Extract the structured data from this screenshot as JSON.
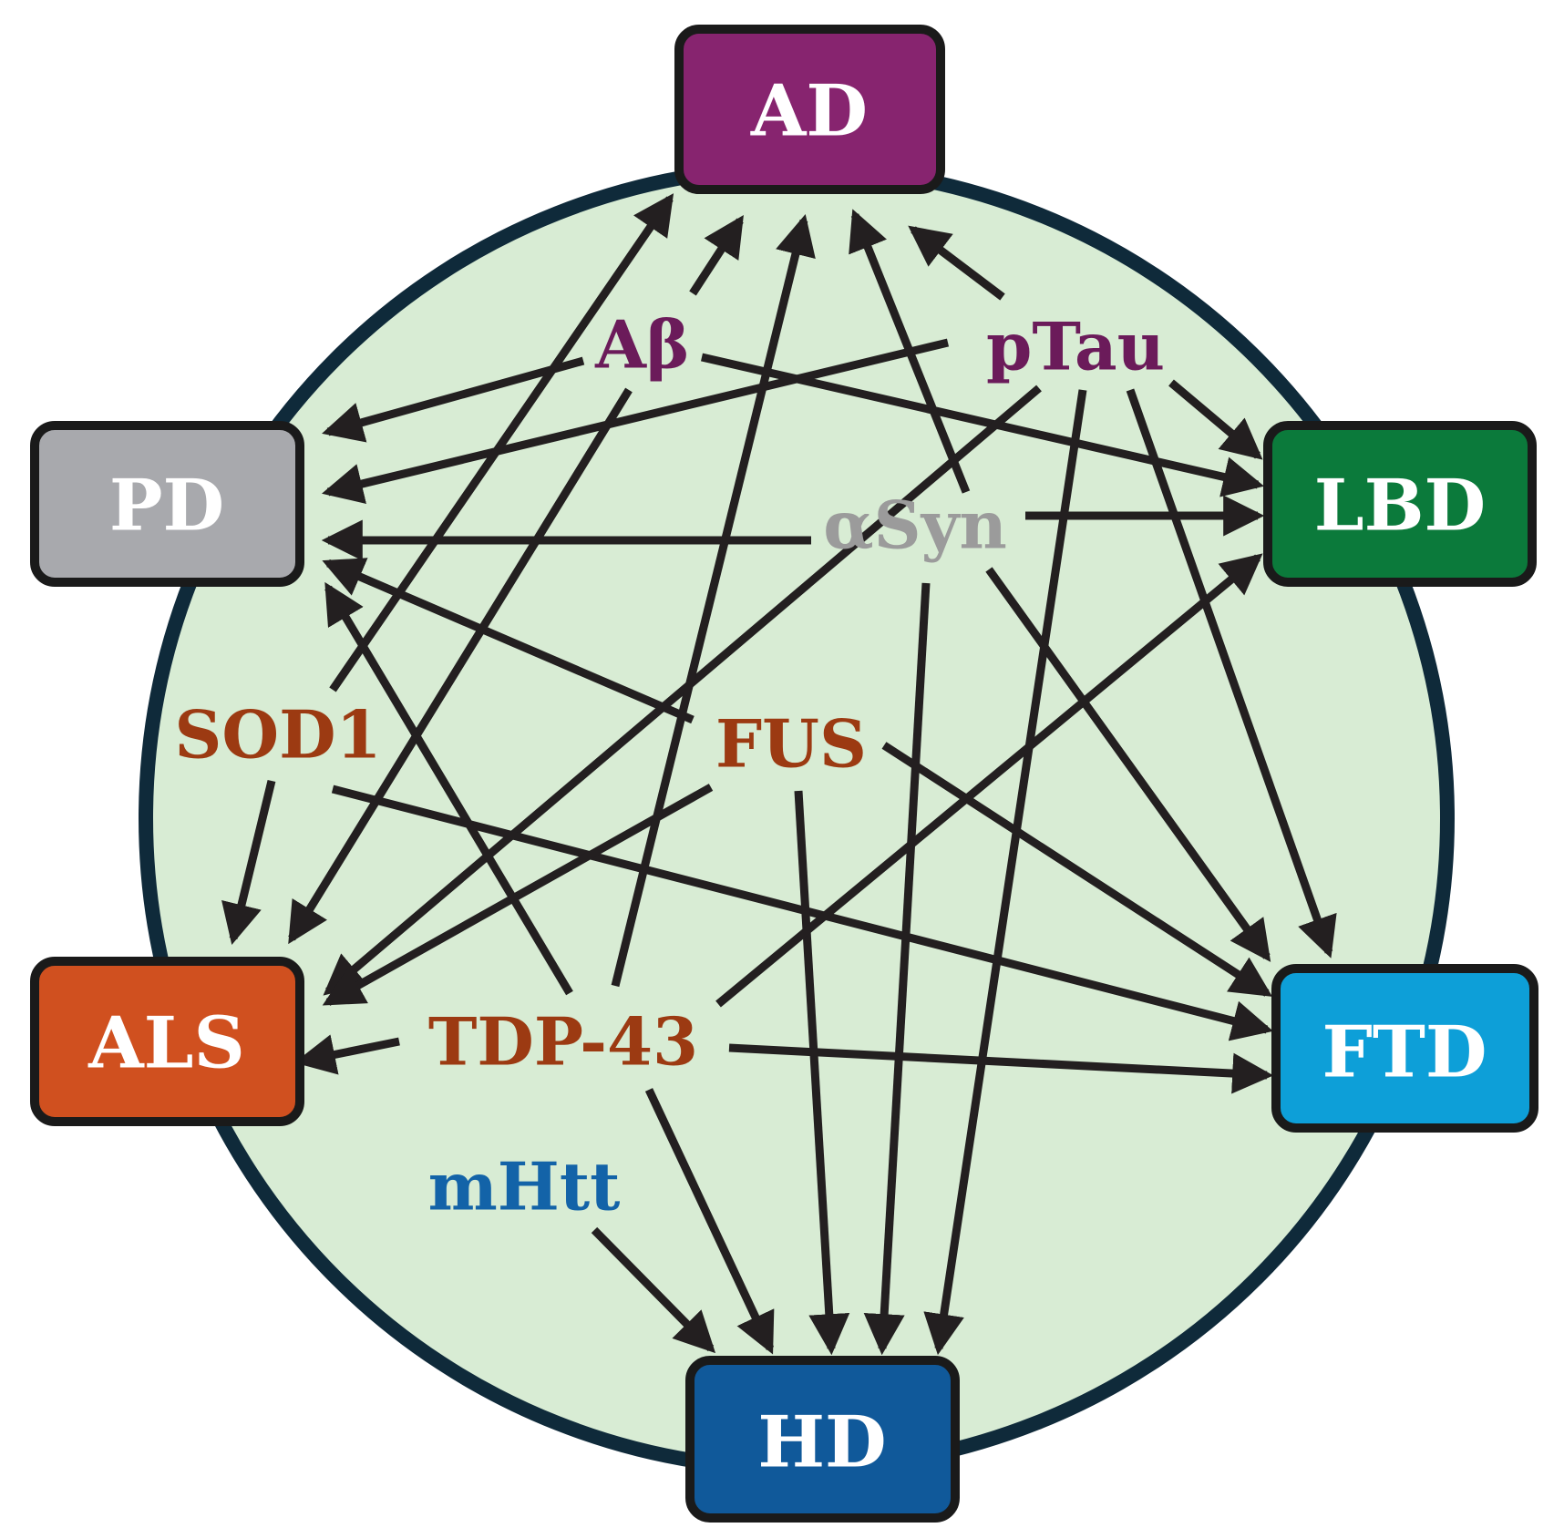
{
  "colors": {
    "circle_fill": "#d8ecd4",
    "circle_stroke": "#0f2a3a",
    "arrow": "#231f20",
    "box_stroke": "#1a1a1a"
  },
  "diseases": {
    "ad": {
      "label": "AD",
      "color": "#87246f"
    },
    "pd": {
      "label": "PD",
      "color": "#a8a9ad"
    },
    "lbd": {
      "label": "LBD",
      "color": "#0b7a3b"
    },
    "als": {
      "label": "ALS",
      "color": "#d0501f"
    },
    "ftd": {
      "label": "FTD",
      "color": "#0d9fd8"
    },
    "hd": {
      "label": "HD",
      "color": "#10599a"
    }
  },
  "proteins": {
    "abeta": {
      "label": "Aβ",
      "color": "#6b1b5a"
    },
    "ptau": {
      "label": "pTau",
      "color": "#6b1b5a"
    },
    "asyn": {
      "label": "αSyn",
      "color": "#9b9b9b"
    },
    "sod1": {
      "label": "SOD1",
      "color": "#9c3a12"
    },
    "fus": {
      "label": "FUS",
      "color": "#9c3a12"
    },
    "tdp43": {
      "label": "TDP-43",
      "color": "#9c3a12"
    },
    "mhtt": {
      "label": "mHtt",
      "color": "#1363a8"
    }
  },
  "edges": [
    [
      "abeta",
      "ad"
    ],
    [
      "abeta",
      "pd"
    ],
    [
      "abeta",
      "lbd"
    ],
    [
      "abeta",
      "als"
    ],
    [
      "ptau",
      "ad"
    ],
    [
      "ptau",
      "pd"
    ],
    [
      "ptau",
      "lbd"
    ],
    [
      "ptau",
      "ftd"
    ],
    [
      "ptau",
      "hd"
    ],
    [
      "ptau",
      "als"
    ],
    [
      "asyn",
      "ad"
    ],
    [
      "asyn",
      "pd"
    ],
    [
      "asyn",
      "lbd"
    ],
    [
      "asyn",
      "ftd"
    ],
    [
      "asyn",
      "hd"
    ],
    [
      "sod1",
      "ad"
    ],
    [
      "sod1",
      "als"
    ],
    [
      "sod1",
      "ftd"
    ],
    [
      "fus",
      "pd"
    ],
    [
      "fus",
      "als"
    ],
    [
      "fus",
      "hd"
    ],
    [
      "fus",
      "ftd"
    ],
    [
      "tdp43",
      "ad"
    ],
    [
      "tdp43",
      "pd"
    ],
    [
      "tdp43",
      "als"
    ],
    [
      "tdp43",
      "lbd"
    ],
    [
      "tdp43",
      "ftd"
    ],
    [
      "tdp43",
      "hd"
    ],
    [
      "mhtt",
      "hd"
    ]
  ]
}
